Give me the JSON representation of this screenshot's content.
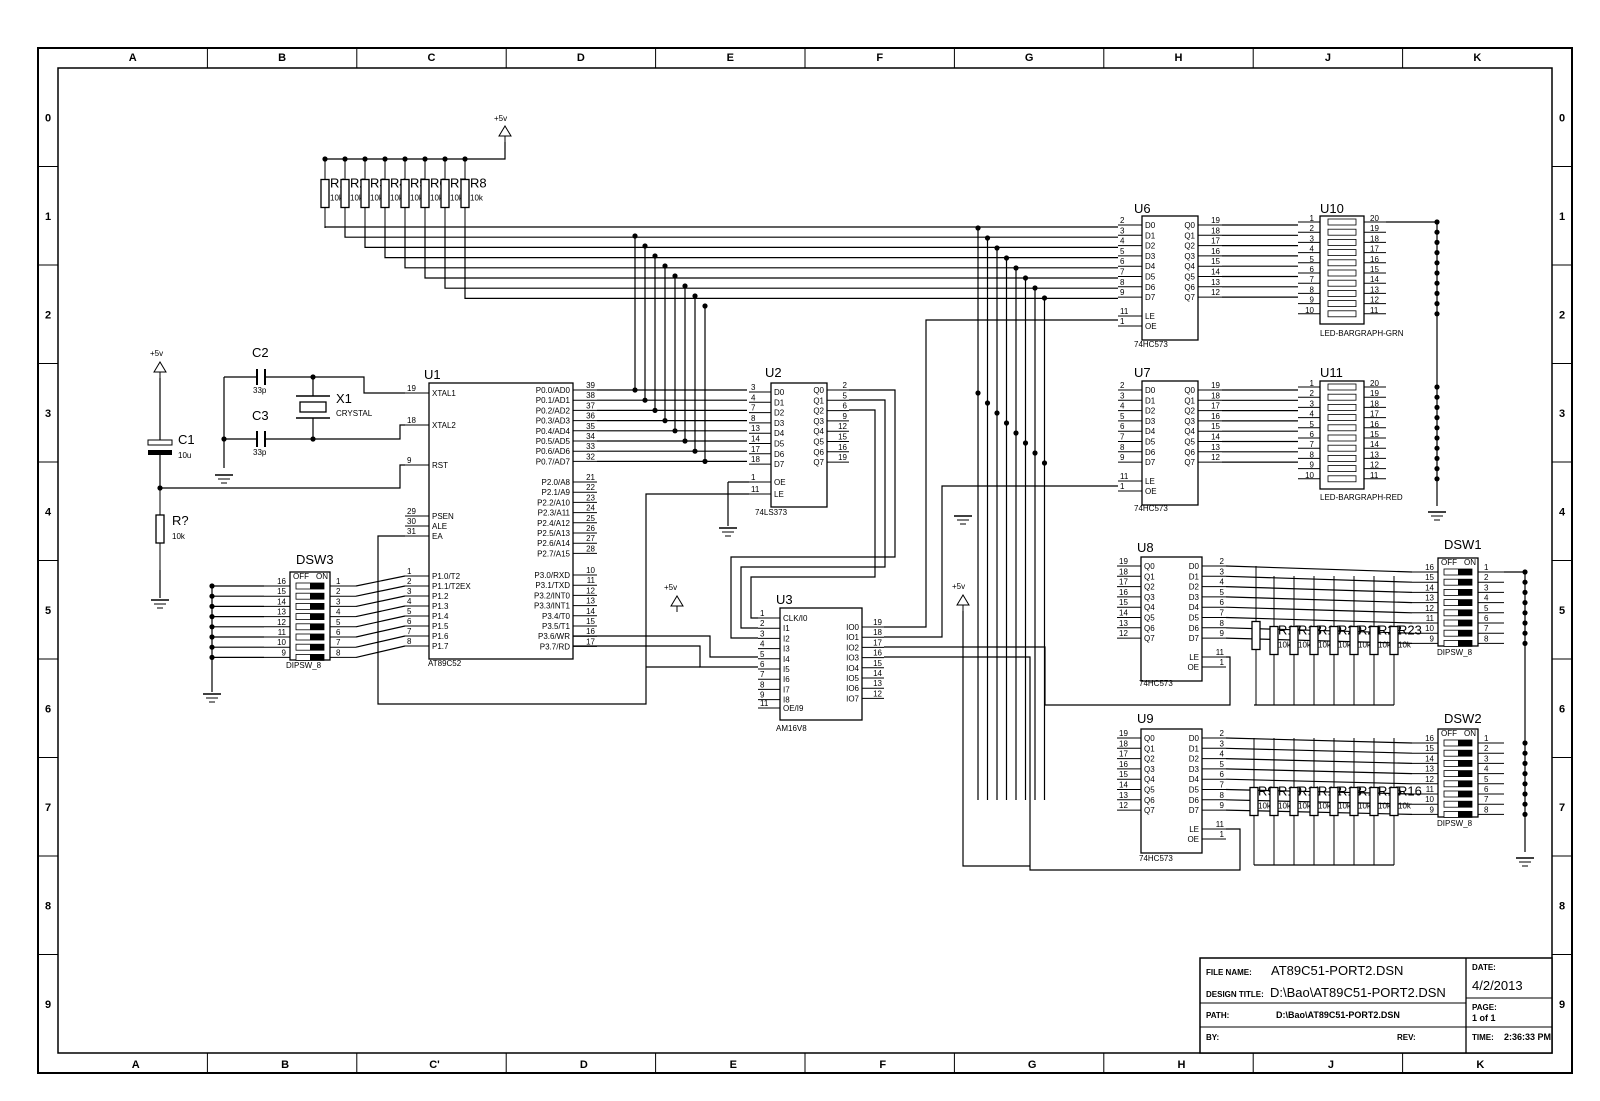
{
  "border": {
    "columns": [
      "A",
      "B",
      "C",
      "D",
      "E",
      "F",
      "G",
      "H",
      "J",
      "K"
    ],
    "bottom_columns": [
      "A",
      "B",
      "C'",
      "D",
      "E",
      "F",
      "G",
      "H",
      "J",
      "K"
    ],
    "rows": [
      "0",
      "1",
      "2",
      "3",
      "4",
      "5",
      "6",
      "7",
      "8",
      "9"
    ]
  },
  "title_block": {
    "file_name_label": "FILE NAME:",
    "file_name": "AT89C51-PORT2.DSN",
    "design_title_label": "DESIGN TITLE:",
    "design_title": "D:\\Bao\\AT89C51-PORT2.DSN",
    "path_label": "PATH:",
    "path": "D:\\Bao\\AT89C51-PORT2.DSN",
    "by_label": "BY:",
    "rev_label": "REV:",
    "date_label": "DATE:",
    "date": "4/2/2013",
    "page_label": "PAGE:",
    "page": "1   of   1",
    "time_label": "TIME:",
    "time": "2:36:33 PM"
  },
  "power": {
    "vcc": "+5v"
  },
  "resistors_pullup": {
    "refs": [
      "R1",
      "R2",
      "R3",
      "R4",
      "R5",
      "R6",
      "R7",
      "R8"
    ],
    "value": "10k"
  },
  "resistors_u8": {
    "refs": [
      "R17",
      "R18",
      "R19",
      "R20",
      "R21",
      "R22",
      "R23"
    ],
    "value": "10k"
  },
  "resistors_u9": {
    "refs": [
      "R9",
      "R10",
      "R11",
      "R12",
      "R13",
      "R14",
      "R15",
      "R16"
    ],
    "value": "10k"
  },
  "passives": {
    "c2": {
      "ref": "C2",
      "value": "33p"
    },
    "c3": {
      "ref": "C3",
      "value": "33p"
    },
    "x1": {
      "ref": "X1",
      "value": "CRYSTAL"
    },
    "c1": {
      "ref": "C1",
      "value": "10u"
    },
    "r_rst": {
      "ref": "R?",
      "value": "10k"
    }
  },
  "u1": {
    "ref": "U1",
    "part": "AT89C52",
    "left_pins": [
      {
        "num": "19",
        "name": "XTAL1"
      },
      {
        "num": "18",
        "name": "XTAL2"
      },
      {
        "num": "9",
        "name": "RST"
      },
      {
        "num": "29",
        "name": "PSEN"
      },
      {
        "num": "30",
        "name": "ALE"
      },
      {
        "num": "31",
        "name": "EA"
      },
      {
        "num": "1",
        "name": "P1.0/T2"
      },
      {
        "num": "2",
        "name": "P1.1/T2EX"
      },
      {
        "num": "3",
        "name": "P1.2"
      },
      {
        "num": "4",
        "name": "P1.3"
      },
      {
        "num": "5",
        "name": "P1.4"
      },
      {
        "num": "6",
        "name": "P1.5"
      },
      {
        "num": "7",
        "name": "P1.6"
      },
      {
        "num": "8",
        "name": "P1.7"
      }
    ],
    "right_pins": [
      {
        "num": "39",
        "name": "P0.0/AD0"
      },
      {
        "num": "38",
        "name": "P0.1/AD1"
      },
      {
        "num": "37",
        "name": "P0.2/AD2"
      },
      {
        "num": "36",
        "name": "P0.3/AD3"
      },
      {
        "num": "35",
        "name": "P0.4/AD4"
      },
      {
        "num": "34",
        "name": "P0.5/AD5"
      },
      {
        "num": "33",
        "name": "P0.6/AD6"
      },
      {
        "num": "32",
        "name": "P0.7/AD7"
      },
      {
        "num": "21",
        "name": "P2.0/A8"
      },
      {
        "num": "22",
        "name": "P2.1/A9"
      },
      {
        "num": "23",
        "name": "P2.2/A10"
      },
      {
        "num": "24",
        "name": "P2.3/A11"
      },
      {
        "num": "25",
        "name": "P2.4/A12"
      },
      {
        "num": "26",
        "name": "P2.5/A13"
      },
      {
        "num": "27",
        "name": "P2.6/A14"
      },
      {
        "num": "28",
        "name": "P2.7/A15"
      },
      {
        "num": "10",
        "name": "P3.0/RXD"
      },
      {
        "num": "11",
        "name": "P3.1/TXD"
      },
      {
        "num": "12",
        "name": "P3.2/INT0"
      },
      {
        "num": "13",
        "name": "P3.3/INT1"
      },
      {
        "num": "14",
        "name": "P3.4/T0"
      },
      {
        "num": "15",
        "name": "P3.5/T1"
      },
      {
        "num": "16",
        "name": "P3.6/WR"
      },
      {
        "num": "17",
        "name": "P3.7/RD"
      }
    ]
  },
  "u2": {
    "ref": "U2",
    "part": "74LS373",
    "left_pins": [
      {
        "num": "3",
        "name": "D0"
      },
      {
        "num": "4",
        "name": "D1"
      },
      {
        "num": "7",
        "name": "D2"
      },
      {
        "num": "8",
        "name": "D3"
      },
      {
        "num": "13",
        "name": "D4"
      },
      {
        "num": "14",
        "name": "D5"
      },
      {
        "num": "17",
        "name": "D6"
      },
      {
        "num": "18",
        "name": "D7"
      },
      {
        "num": "1",
        "name": "OE"
      },
      {
        "num": "11",
        "name": "LE"
      }
    ],
    "right_pins": [
      {
        "num": "2",
        "name": "Q0"
      },
      {
        "num": "5",
        "name": "Q1"
      },
      {
        "num": "6",
        "name": "Q2"
      },
      {
        "num": "9",
        "name": "Q3"
      },
      {
        "num": "12",
        "name": "Q4"
      },
      {
        "num": "15",
        "name": "Q5"
      },
      {
        "num": "16",
        "name": "Q6"
      },
      {
        "num": "19",
        "name": "Q7"
      }
    ]
  },
  "u3": {
    "ref": "U3",
    "part": "AM16V8",
    "left_pins": [
      {
        "num": "1",
        "name": "CLK/I0"
      },
      {
        "num": "2",
        "name": "I1"
      },
      {
        "num": "3",
        "name": "I2"
      },
      {
        "num": "4",
        "name": "I3"
      },
      {
        "num": "5",
        "name": "I4"
      },
      {
        "num": "6",
        "name": "I5"
      },
      {
        "num": "7",
        "name": "I6"
      },
      {
        "num": "8",
        "name": "I7"
      },
      {
        "num": "9",
        "name": "I8"
      },
      {
        "num": "11",
        "name": "OE/I9"
      }
    ],
    "right_pins": [
      {
        "num": "19",
        "name": "IO0"
      },
      {
        "num": "18",
        "name": "IO1"
      },
      {
        "num": "17",
        "name": "IO2"
      },
      {
        "num": "16",
        "name": "IO3"
      },
      {
        "num": "15",
        "name": "IO4"
      },
      {
        "num": "14",
        "name": "IO5"
      },
      {
        "num": "13",
        "name": "IO6"
      },
      {
        "num": "12",
        "name": "IO7"
      }
    ]
  },
  "latch_in": {
    "left_pins": [
      {
        "num": "2",
        "name": "D0"
      },
      {
        "num": "3",
        "name": "D1"
      },
      {
        "num": "4",
        "name": "D2"
      },
      {
        "num": "5",
        "name": "D3"
      },
      {
        "num": "6",
        "name": "D4"
      },
      {
        "num": "7",
        "name": "D5"
      },
      {
        "num": "8",
        "name": "D6"
      },
      {
        "num": "9",
        "name": "D7"
      },
      {
        "num": "11",
        "name": "LE"
      },
      {
        "num": "1",
        "name": "OE"
      }
    ],
    "right_pins": [
      {
        "num": "19",
        "name": "Q0"
      },
      {
        "num": "18",
        "name": "Q1"
      },
      {
        "num": "17",
        "name": "Q2"
      },
      {
        "num": "16",
        "name": "Q3"
      },
      {
        "num": "15",
        "name": "Q4"
      },
      {
        "num": "14",
        "name": "Q5"
      },
      {
        "num": "13",
        "name": "Q6"
      },
      {
        "num": "12",
        "name": "Q7"
      }
    ]
  },
  "latch_out": {
    "left_pins": [
      {
        "num": "19",
        "name": "Q0"
      },
      {
        "num": "18",
        "name": "Q1"
      },
      {
        "num": "17",
        "name": "Q2"
      },
      {
        "num": "16",
        "name": "Q3"
      },
      {
        "num": "15",
        "name": "Q4"
      },
      {
        "num": "14",
        "name": "Q5"
      },
      {
        "num": "13",
        "name": "Q6"
      },
      {
        "num": "12",
        "name": "Q7"
      }
    ],
    "right_pins": [
      {
        "num": "2",
        "name": "D0"
      },
      {
        "num": "3",
        "name": "D1"
      },
      {
        "num": "4",
        "name": "D2"
      },
      {
        "num": "5",
        "name": "D3"
      },
      {
        "num": "6",
        "name": "D4"
      },
      {
        "num": "7",
        "name": "D5"
      },
      {
        "num": "8",
        "name": "D6"
      },
      {
        "num": "9",
        "name": "D7"
      },
      {
        "num": "11",
        "name": "LE"
      },
      {
        "num": "1",
        "name": "OE"
      }
    ]
  },
  "u6": {
    "ref": "U6",
    "part": "74HC573"
  },
  "u7": {
    "ref": "U7",
    "part": "74HC573"
  },
  "u8": {
    "ref": "U8",
    "part": "74HC573"
  },
  "u9": {
    "ref": "U9",
    "part": "74HC573"
  },
  "u10": {
    "ref": "U10",
    "part": "LED-BARGRAPH-GRN"
  },
  "u11": {
    "ref": "U11",
    "part": "LED-BARGRAPH-RED"
  },
  "bargraph_pins": {
    "left": [
      "1",
      "2",
      "3",
      "4",
      "5",
      "6",
      "7",
      "8",
      "9",
      "10"
    ],
    "right": [
      "20",
      "19",
      "18",
      "17",
      "16",
      "15",
      "14",
      "13",
      "12",
      "11"
    ]
  },
  "dipsw": {
    "part": "DIPSW_8",
    "off": "OFF",
    "on": "ON",
    "left_pins": [
      "16",
      "15",
      "14",
      "13",
      "12",
      "11",
      "10",
      "9"
    ],
    "right_pins": [
      "1",
      "2",
      "3",
      "4",
      "5",
      "6",
      "7",
      "8"
    ],
    "dsw1": "DSW1",
    "dsw2": "DSW2",
    "dsw3": "DSW3"
  }
}
